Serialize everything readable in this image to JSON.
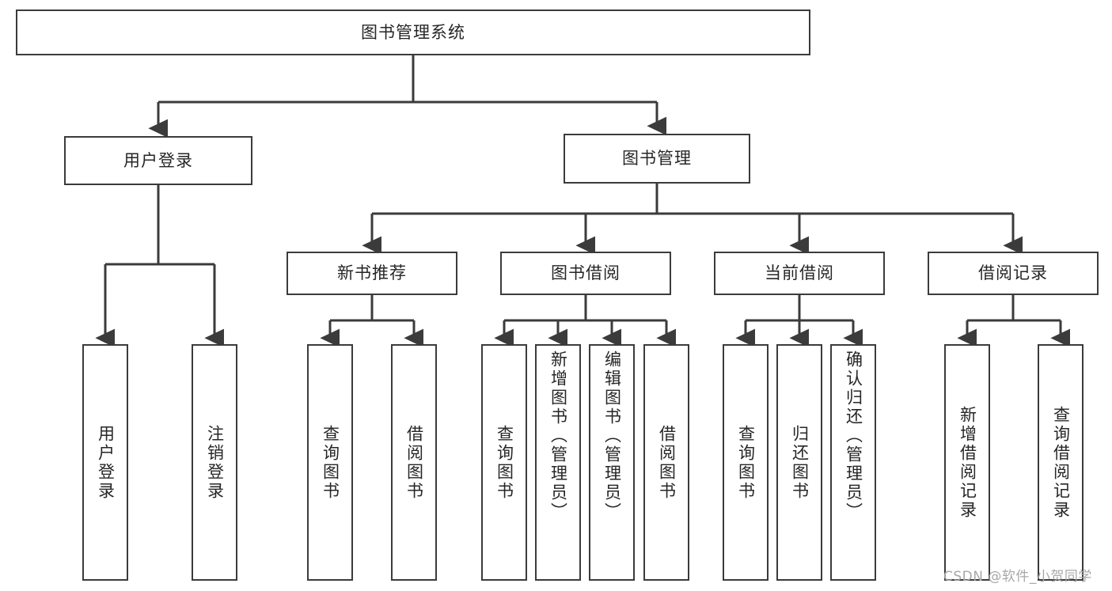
{
  "diagram": {
    "title": "图书管理系统",
    "type": "tree-hierarchy",
    "root": {
      "label": "图书管理系统"
    },
    "level1": [
      {
        "label": "用户登录"
      },
      {
        "label": "图书管理"
      }
    ],
    "level2": [
      {
        "label": "新书推荐"
      },
      {
        "label": "图书借阅"
      },
      {
        "label": "当前借阅"
      },
      {
        "label": "借阅记录"
      }
    ],
    "leaves": {
      "user_login": [
        {
          "label": "用户登录"
        },
        {
          "label": "注销登录"
        }
      ],
      "new_book_recommend": [
        {
          "label": "查询图书"
        },
        {
          "label": "借阅图书"
        }
      ],
      "book_borrow": [
        {
          "label": "查询图书"
        },
        {
          "label": "新增图书（管理员）"
        },
        {
          "label": "编辑图书（管理员）"
        },
        {
          "label": "借阅图书"
        }
      ],
      "current_borrow": [
        {
          "label": "查询图书"
        },
        {
          "label": "归还图书"
        },
        {
          "label": "确认归还（管理员）"
        }
      ],
      "borrow_record": [
        {
          "label": "新增借阅记录"
        },
        {
          "label": "查询借阅记录"
        }
      ]
    }
  },
  "watermark": {
    "text": "CSDN @软件_小贺同学"
  },
  "colors": {
    "background": "#ffffff",
    "box_border": "#3b3b3b",
    "text": "#262626",
    "edge": "#3b3b3b",
    "watermark": "#a8a8a8"
  }
}
